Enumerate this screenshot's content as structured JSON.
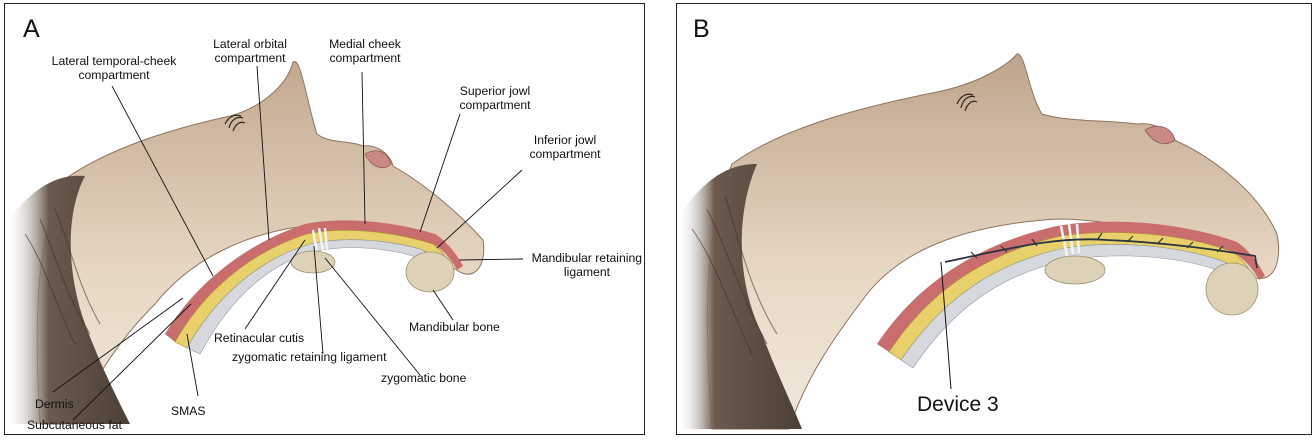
{
  "panel_a": {
    "letter": "A",
    "labels": {
      "lateral_temporal_cheek": [
        "Lateral temporal-cheek",
        "compartment"
      ],
      "lateral_orbital": [
        "Lateral orbital",
        "compartment"
      ],
      "medial_cheek": [
        "Medial cheek",
        "compartment"
      ],
      "superior_jowl": [
        "Superior jowl",
        "compartment"
      ],
      "inferior_jowl": [
        "Inferior jowl",
        "compartment"
      ],
      "mandibular_retaining": [
        "Mandibular retaining",
        "ligament"
      ],
      "mandibular_bone": "Mandibular bone",
      "retinacular_cutis": "Retinacular cutis",
      "zygomatic_retaining": "zygomatic retaining ligament",
      "zygomatic_bone": "zygomatic bone",
      "dermis": "Dermis",
      "subcutaneous_fat": "Subcutaneous fat",
      "smas": "SMAS"
    }
  },
  "panel_b": {
    "letter": "B",
    "device_label": "Device 3"
  },
  "colors": {
    "skin": "#e4d3bd",
    "skin_shadow": "#b79f88",
    "hair": "#5f5045",
    "dermis": "#c96d6d",
    "fat": "#e8d16a",
    "smas": "#c9cfd6",
    "bone": "#ddd2b7"
  }
}
